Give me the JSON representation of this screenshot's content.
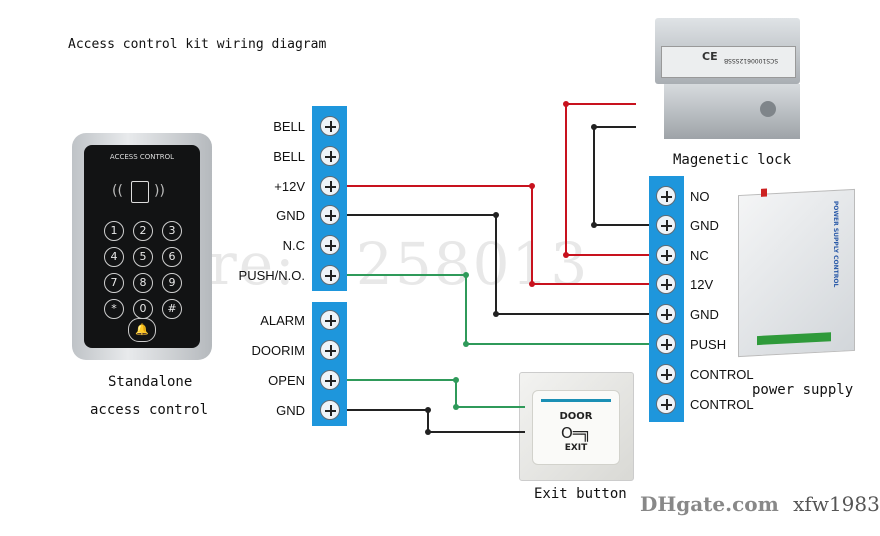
{
  "title": "Access control kit wiring diagram",
  "left_block_top": {
    "terminals": [
      "BELL",
      "BELL",
      "+12V",
      "GND",
      "N.C",
      "PUSH/N.O."
    ]
  },
  "left_block_bottom": {
    "terminals": [
      "ALARM",
      "DOORIM",
      "OPEN",
      "GND"
    ]
  },
  "right_block": {
    "terminals": [
      "NO",
      "GND",
      "NC",
      "12V",
      "GND",
      "PUSH",
      "CONTROL",
      "CONTROL"
    ]
  },
  "keypad": {
    "caption_line1": "Standalone",
    "caption_line2": "access control",
    "panel_title": "ACCESS CONTROL",
    "keys": [
      "1",
      "2",
      "3",
      "4",
      "5",
      "6",
      "7",
      "8",
      "9",
      "*",
      "0",
      "#"
    ],
    "bell_icon": "bell-icon"
  },
  "lock": {
    "caption": "Magenetic lock",
    "plate_text": "SCS1000612SSSB"
  },
  "power_supply": {
    "caption": "power supply",
    "label_text": "POWER SUPPLY CONTROL"
  },
  "exit_button": {
    "caption": "Exit button",
    "door_text": "DOOR",
    "exit_text": "EXIT",
    "key_icon": "key-icon"
  },
  "watermarks": {
    "store": "store: 1258013",
    "brand": "DHgate.com",
    "seller": "xfw1983"
  },
  "colors": {
    "wire_red": "#c8121e",
    "wire_black": "#222222",
    "wire_green": "#2f9a5a",
    "terminal_strip": "#1e96dc"
  }
}
